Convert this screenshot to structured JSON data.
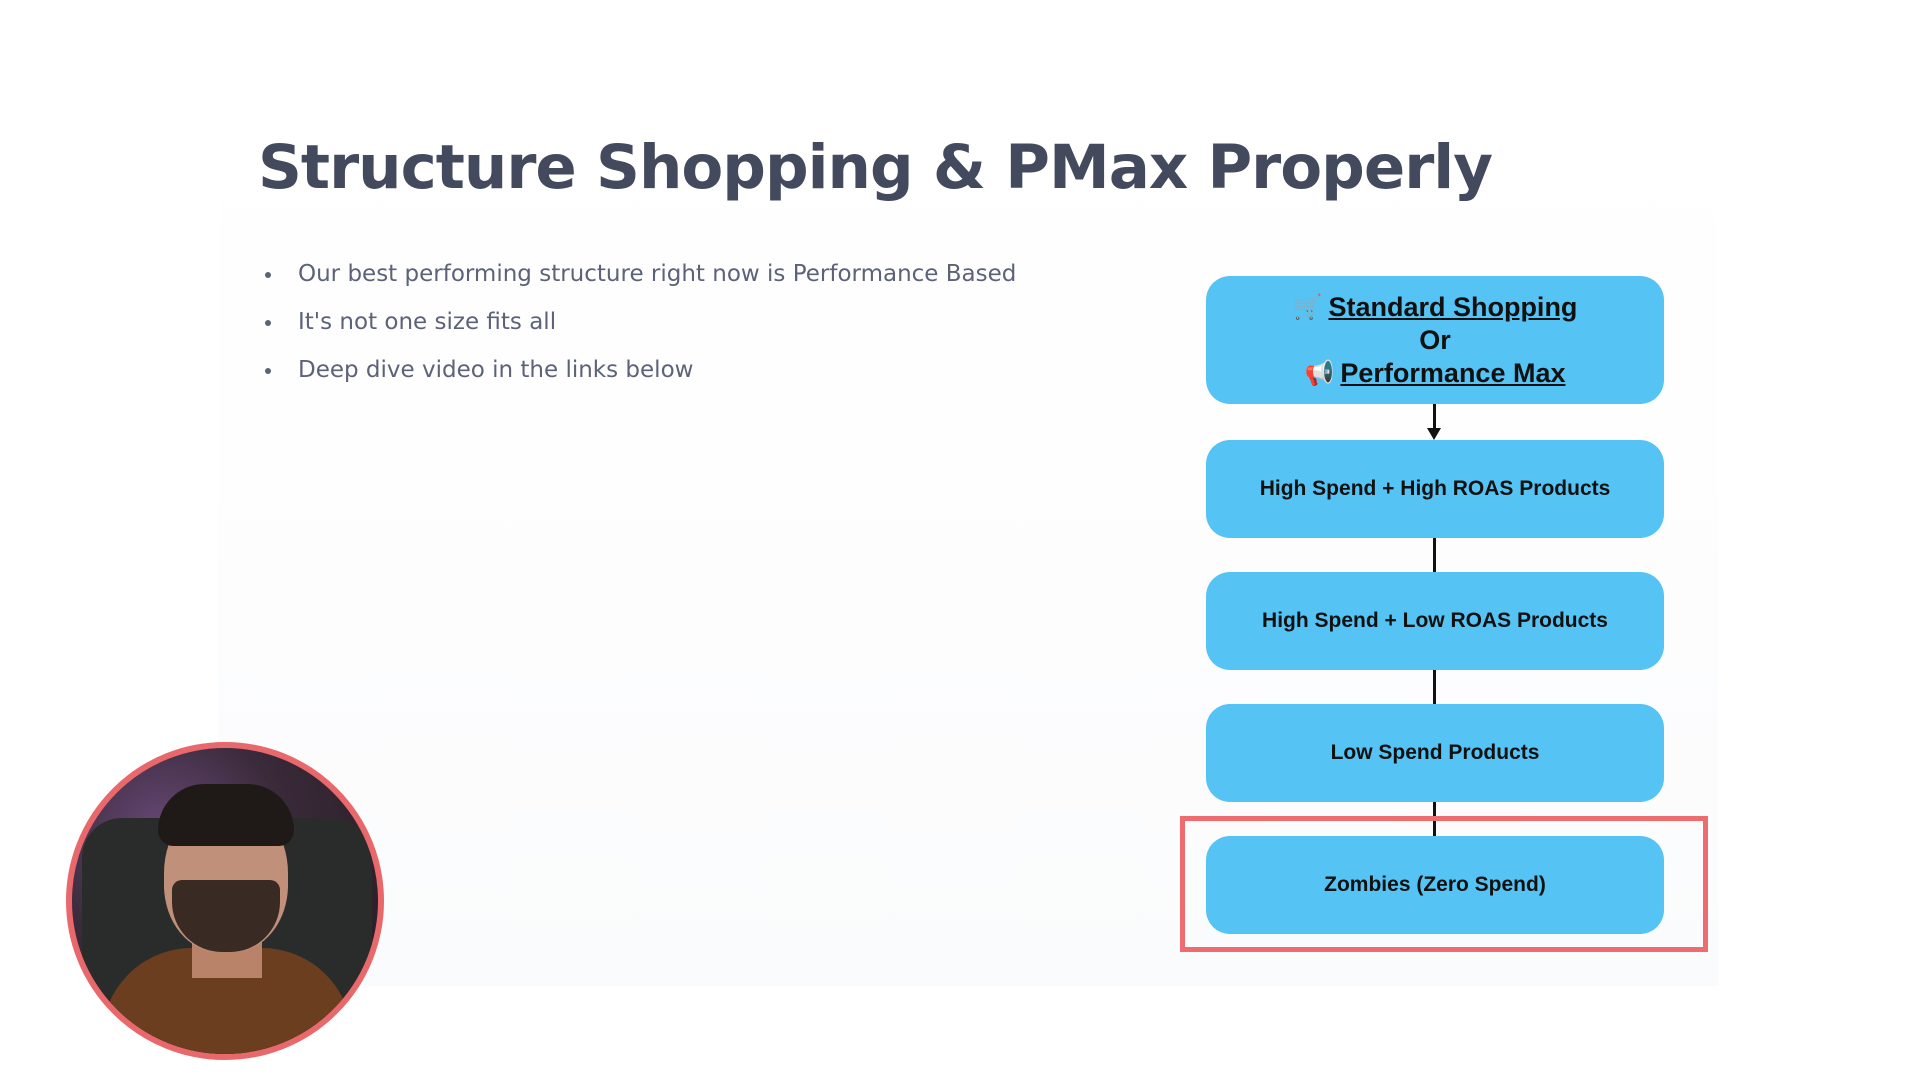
{
  "slide": {
    "title": "Structure Shopping & PMax Properly",
    "bullets": [
      "Our best performing structure right now is Performance Based",
      "It's not one size fits all",
      "Deep dive video in the links below"
    ]
  },
  "diagram": {
    "top_node": {
      "line1": "Standard Shopping",
      "line1_icon": "shopping-cart-icon",
      "line2": "Or",
      "line3": "Performance Max",
      "line3_icon": "megaphone-icon"
    },
    "nodes": [
      "High Spend + High ROAS Products",
      "High Spend + Low ROAS Products",
      "Low Spend Products",
      "Zombies (Zero Spend)"
    ],
    "highlighted_index": 3
  },
  "colors": {
    "title": "#434a5e",
    "body_text": "#5c6378",
    "node_fill": "#56c3f5",
    "highlight_border": "#ee6c70",
    "webcam_border": "#e8686b"
  }
}
